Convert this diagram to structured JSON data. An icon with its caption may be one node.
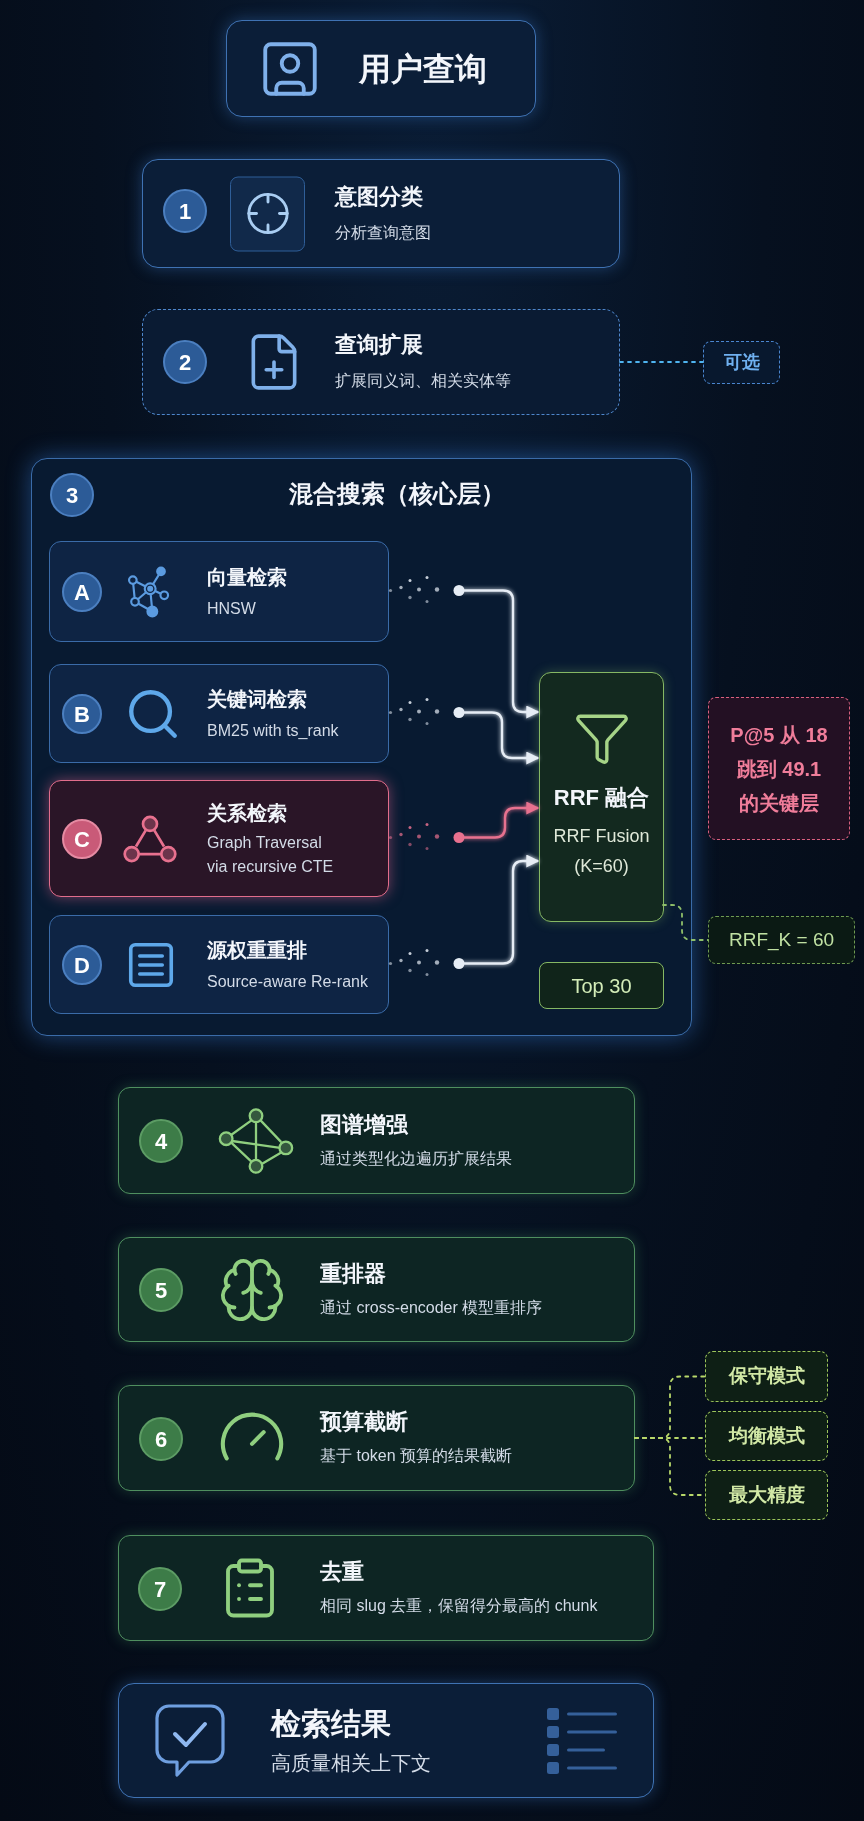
{
  "diagram": {
    "nodes": [
      {
        "text": [
          "用户查询"
        ]
      },
      {
        "text": [
          "意图分类",
          "分析查询意图"
        ]
      },
      {
        "text": [
          "1"
        ],
        "in": 1
      },
      {
        "text": [
          "查询扩展",
          "扩展同义词、相关实体等"
        ]
      },
      {
        "text": [
          "2"
        ],
        "in": 3
      },
      {
        "text": [
          "可选"
        ]
      },
      {
        "text": [
          "混合搜索（核心层）"
        ]
      },
      {
        "text": [
          "3"
        ],
        "in": 6
      },
      {
        "text": [
          "向量检索",
          "HNSW"
        ],
        "in": 6
      },
      {
        "text": [
          "A"
        ],
        "in": 8
      },
      {
        "text": [
          "关键词检索",
          "BM25 with ts_rank"
        ],
        "in": 6
      },
      {
        "text": [
          "B"
        ],
        "in": 10
      },
      {
        "text": [
          "关系检索",
          "Graph Traversal via recursive CTE"
        ],
        "in": 6
      },
      {
        "text": [
          "C"
        ],
        "in": 12
      },
      {
        "text": [
          "源权重重排",
          "Source-aware Re-rank"
        ],
        "in": 6
      },
      {
        "text": [
          "D"
        ],
        "in": 14
      },
      {
        "text": [
          "RRF 融合",
          "RRF Fusion (K=60)"
        ],
        "in": 6
      },
      {
        "text": [
          "Top 30"
        ],
        "in": 6
      },
      {
        "text": [
          "P@5 从 18 跳到 49.1 的关键层"
        ]
      },
      {
        "text": [
          "RRF_K = 60"
        ]
      },
      {
        "text": [
          "图谱增强",
          "通过类型化边遍历扩展结果"
        ]
      },
      {
        "text": [
          "4"
        ],
        "in": 20
      },
      {
        "text": [
          "重排器",
          "通过 cross-encoder 模型重排序"
        ]
      },
      {
        "text": [
          "5"
        ],
        "in": 22
      },
      {
        "text": [
          "预算截断",
          "基于 token 预算的结果截断"
        ]
      },
      {
        "text": [
          "6"
        ],
        "in": 24
      },
      {
        "text": [
          "保守模式"
        ]
      },
      {
        "text": [
          "均衡模式"
        ]
      },
      {
        "text": [
          "最大精度"
        ]
      },
      {
        "text": [
          "去重",
          "相同 slug 去重，保留得分最高的 chunk"
        ]
      },
      {
        "text": [
          "7"
        ],
        "in": 29
      },
      {
        "text": [
          "检索结果",
          "高质量相关上下文"
        ]
      }
    ],
    "edges": [
      {
        "from": 0,
        "to": 1,
        "arrow": "to"
      },
      {
        "from": 1,
        "to": 3,
        "arrow": "to"
      },
      {
        "from": 3,
        "to": 6,
        "arrow": "to"
      },
      {
        "from": 3,
        "to": 5,
        "arrow": "none",
        "style": "dashed"
      },
      {
        "from": 8,
        "to": 16,
        "arrow": "to",
        "color": "#e6edf5"
      },
      {
        "from": 10,
        "to": 16,
        "arrow": "to",
        "color": "#e6edf5"
      },
      {
        "from": 12,
        "to": 16,
        "arrow": "to",
        "color": "#e8718f"
      },
      {
        "from": 14,
        "to": 16,
        "arrow": "to",
        "color": "#e6edf5"
      },
      {
        "from": 16,
        "to": 17,
        "arrow": "to",
        "color": "#a9dc8c"
      },
      {
        "from": 18,
        "to": 16,
        "arrow": "to",
        "color": "#e8718f"
      },
      {
        "from": 16,
        "to": 19,
        "arrow": "none",
        "style": "dashed",
        "color": "#8fbf6a"
      },
      {
        "from": 6,
        "to": 20,
        "arrow": "to"
      },
      {
        "from": 20,
        "to": 22,
        "arrow": "to",
        "color": "#6fd6c2"
      },
      {
        "from": 22,
        "to": 24,
        "arrow": "to",
        "color": "#6fd6c2"
      },
      {
        "from": 24,
        "to": 26,
        "arrow": "none",
        "style": "dashed",
        "color": "#b8d86a"
      },
      {
        "from": 24,
        "to": 27,
        "arrow": "none",
        "style": "dashed",
        "color": "#b8d86a"
      },
      {
        "from": 24,
        "to": 28,
        "arrow": "none",
        "style": "dashed",
        "color": "#b8d86a"
      },
      {
        "from": 24,
        "to": 29,
        "arrow": "to"
      },
      {
        "from": 29,
        "to": 31,
        "arrow": "to"
      }
    ]
  }
}
